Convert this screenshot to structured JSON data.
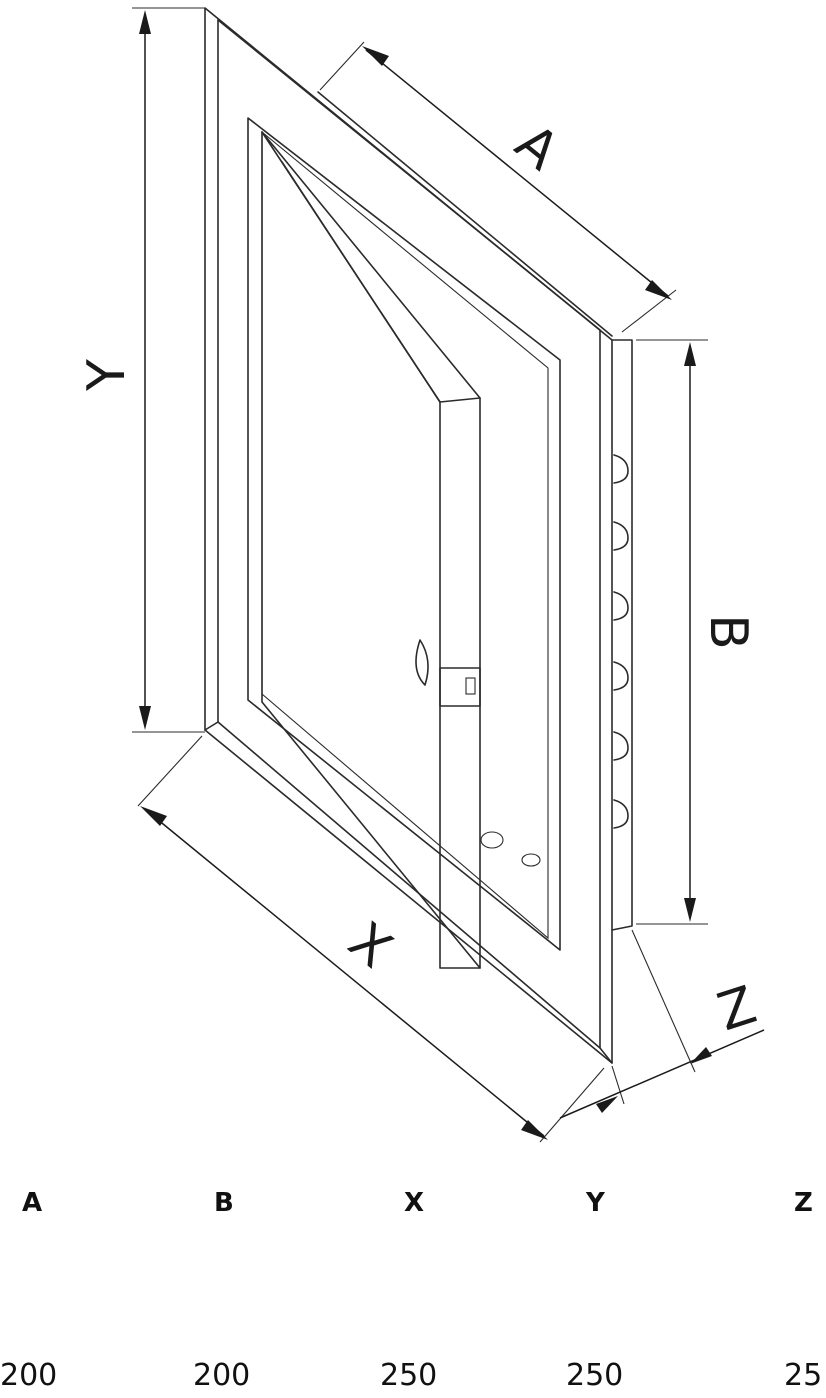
{
  "dimension_labels": {
    "A": "A",
    "B": "B",
    "X": "X",
    "Y": "Y",
    "Z": "Z"
  },
  "spec_table": {
    "headers": [
      "A",
      "B",
      "X",
      "Y",
      "Z"
    ],
    "values": [
      "200",
      "200",
      "250",
      "250",
      "25"
    ]
  }
}
